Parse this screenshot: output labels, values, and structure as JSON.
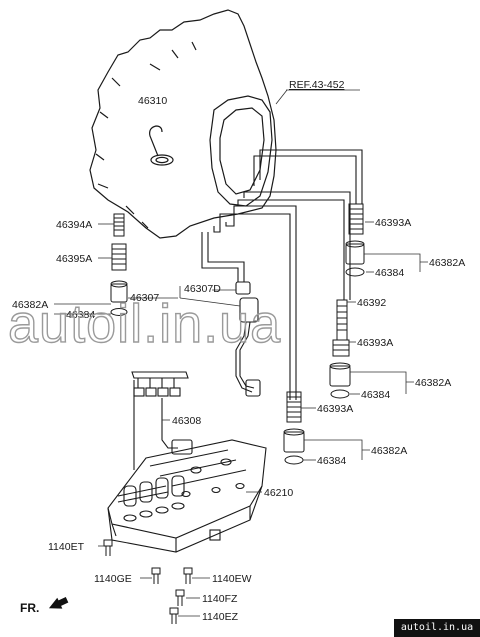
{
  "diagram": {
    "reference": "REF.43-452",
    "parts": {
      "p46310": "46310",
      "p46394A": "46394A",
      "p46395A": "46395A",
      "p46382A_left": "46382A",
      "p46384_left": "46384",
      "p46307": "46307",
      "p46307D": "46307D",
      "p46308": "46308",
      "p46210": "46210",
      "p1140ET": "1140ET",
      "p1140GE": "1140GE",
      "p1140EW": "1140EW",
      "p1140FZ": "1140FZ",
      "p1140EZ": "1140EZ",
      "p46393A_1": "46393A",
      "p46382A_1": "46382A",
      "p46384_1": "46384",
      "p46392": "46392",
      "p46393A_2": "46393A",
      "p46382A_2": "46382A",
      "p46384_2": "46384",
      "p46393A_3": "46393A",
      "p46382A_3": "46382A",
      "p46384_3": "46384"
    },
    "direction_label": "FR.",
    "watermark": "autoil.in.ua",
    "site_badge": "autoil.in.ua"
  }
}
